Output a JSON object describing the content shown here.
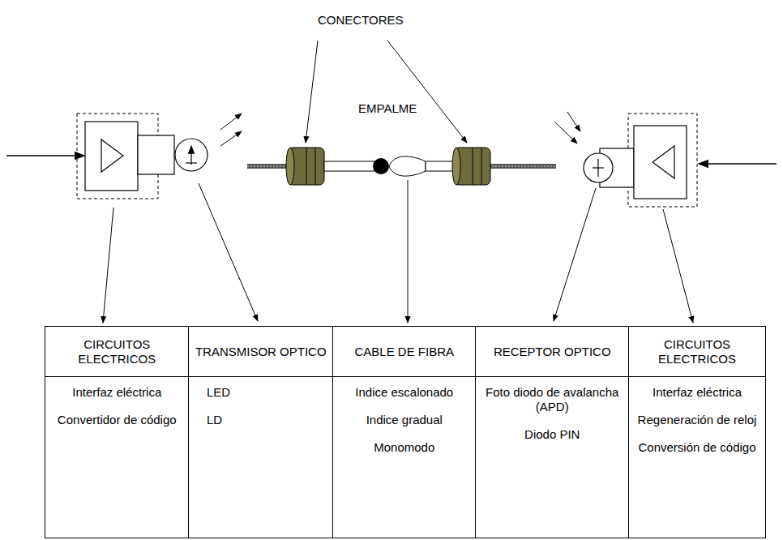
{
  "diagram": {
    "nodes": [
      {
        "text": [
          "CIRCUITOS ELECTRICOS",
          "Interfaz eléctrica",
          "Convertidor de código"
        ]
      },
      {
        "text": [
          "TRANSMISOR OPTICO",
          "LED",
          "LD"
        ]
      },
      {
        "text": [
          "CABLE DE FIBRA",
          "Indice escalonado",
          "Indice gradual",
          "Monomodo"
        ]
      },
      {
        "text": [
          "RECEPTOR OPTICO",
          "Foto diodo de avalancha (APD)",
          "Diodo PIN"
        ]
      },
      {
        "text": [
          "CIRCUITOS ELECTRICOS",
          "Interfaz eléctrica",
          "Regeneración de reloj",
          "Conversión de código"
        ]
      }
    ],
    "labels": [
      "CONECTORES",
      "EMPALME"
    ]
  }
}
